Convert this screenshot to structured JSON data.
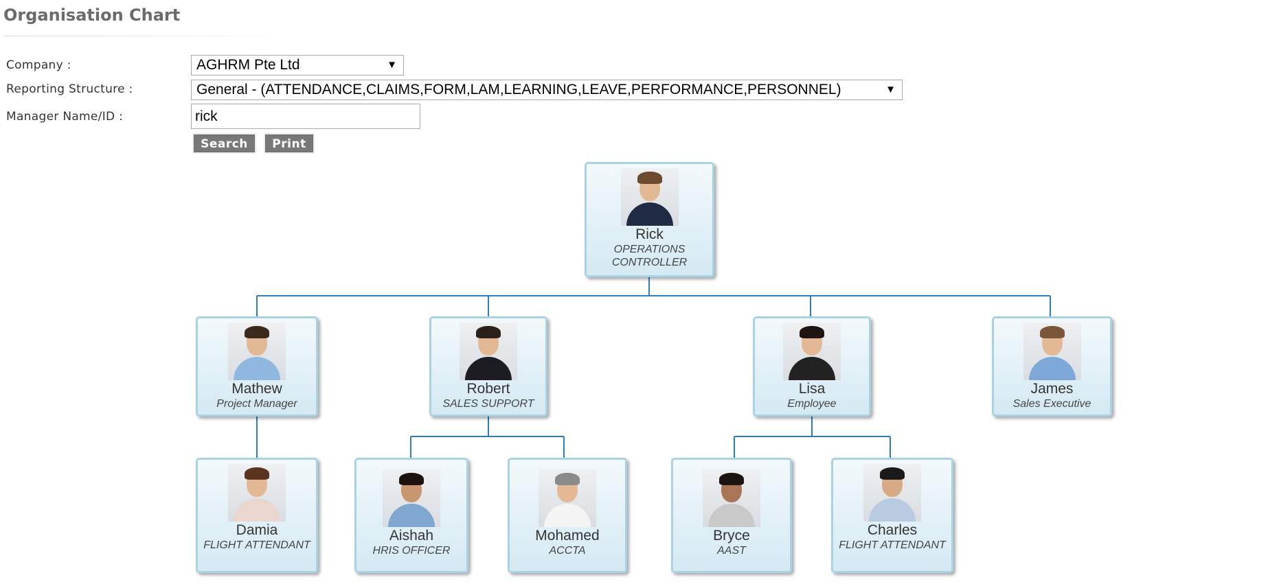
{
  "page": {
    "title": "Organisation Chart"
  },
  "form": {
    "company_label": "Company :",
    "company_value": "AGHRM Pte Ltd",
    "structure_label": "Reporting Structure :",
    "structure_value": "General - (ATTENDANCE,CLAIMS,FORM,LAM,LEARNING,LEAVE,PERFORMANCE,PERSONNEL)",
    "manager_label": "Manager Name/ID :",
    "manager_value": "rick",
    "search_label": "Search",
    "print_label": "Print"
  },
  "org": {
    "root": {
      "name": "Rick",
      "title": "OPERATIONS CONTROLLER"
    },
    "level1": [
      {
        "name": "Mathew",
        "title": "Project Manager"
      },
      {
        "name": "Robert",
        "title": "SALES SUPPORT"
      },
      {
        "name": "Lisa",
        "title": "Employee"
      },
      {
        "name": "James",
        "title": "Sales Executive"
      }
    ],
    "level2": [
      {
        "name": "Damia",
        "title": "FLIGHT ATTENDANT",
        "manager": "Mathew"
      },
      {
        "name": "Aishah",
        "title": "HRIS OFFICER",
        "manager": "Robert"
      },
      {
        "name": "Mohamed",
        "title": "ACCTA",
        "manager": "Robert"
      },
      {
        "name": "Bryce",
        "title": "AAST",
        "manager": "Lisa"
      },
      {
        "name": "Charles",
        "title": "FLIGHT ATTENDANT",
        "manager": "Lisa"
      }
    ]
  },
  "colors": {
    "connector": "#2d7cc0",
    "node_border": "#a9d2e4",
    "button": "#787878",
    "title": "#6b6b6b"
  }
}
